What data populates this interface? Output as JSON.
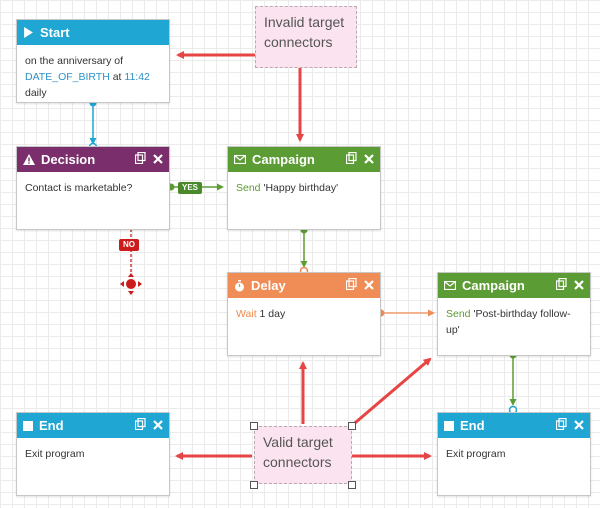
{
  "colors": {
    "start_header": "#1fa6d3",
    "decision_header": "#7a2e6c",
    "campaign_header": "#5c9c34",
    "delay_header": "#f08c55",
    "end_header": "#1fa6d3",
    "yes_badge": "#4a8a2b",
    "no_badge": "#cc1b1b",
    "red_arrow": "#e74545",
    "callout_fill": "#fbe4ef"
  },
  "nodes": {
    "start": {
      "title": "Start",
      "icon": "play-icon",
      "line1": "on the anniversary of",
      "field": "DATE_OF_BIRTH",
      "at": " at ",
      "time": "11:42",
      "line3": "daily"
    },
    "decision": {
      "title": "Decision",
      "icon": "warning-icon",
      "body": "Contact is marketable?"
    },
    "campaign1": {
      "title": "Campaign",
      "icon": "envelope-icon",
      "verb": "Send",
      "message": " 'Happy birthday'"
    },
    "delay": {
      "title": "Delay",
      "icon": "timer-icon",
      "verb": "Wait",
      "amount": " 1 day"
    },
    "campaign2": {
      "title": "Campaign",
      "icon": "envelope-icon",
      "verb": "Send",
      "message": " 'Post-birthday follow-up'"
    },
    "end1": {
      "title": "End",
      "icon": "stop-icon",
      "body": "Exit program"
    },
    "end2": {
      "title": "End",
      "icon": "stop-icon",
      "body": "Exit program"
    }
  },
  "branches": {
    "yes_label": "YES",
    "no_label": "NO"
  },
  "callouts": {
    "invalid": {
      "line1": "Invalid target",
      "line2": "connectors"
    },
    "valid": {
      "line1": "Valid target",
      "line2": "connectors"
    }
  }
}
